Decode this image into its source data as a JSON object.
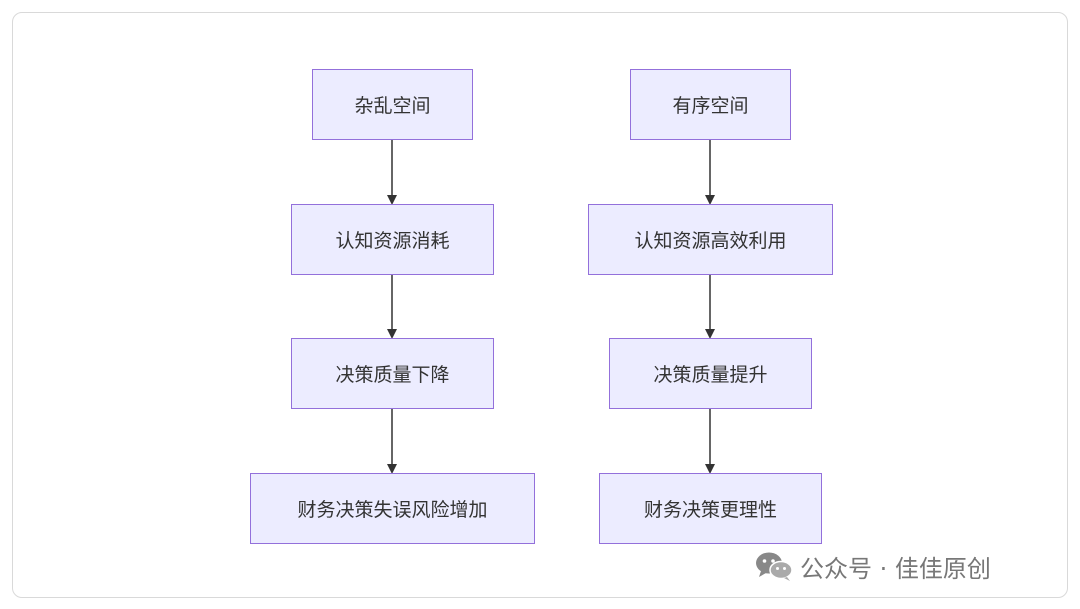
{
  "left_flow": {
    "n1": "杂乱空间",
    "n2": "认知资源消耗",
    "n3": "决策质量下降",
    "n4": "财务决策失误风险增加"
  },
  "right_flow": {
    "n1": "有序空间",
    "n2": "认知资源高效利用",
    "n3": "决策质量提升",
    "n4": "财务决策更理性"
  },
  "watermark": {
    "text": "公众号 · 佳佳原创",
    "icon": "wechat-icon"
  },
  "colors": {
    "node_fill": "#ececff",
    "node_border": "#9370db",
    "edge": "#333333"
  }
}
